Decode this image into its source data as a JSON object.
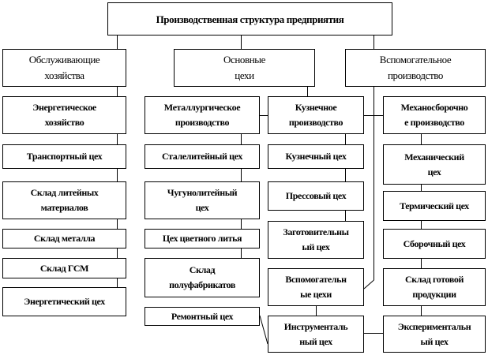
{
  "title": "Производственная структура предприятия",
  "categories": [
    {
      "label": "Обслуживающие\nхозяйства"
    },
    {
      "label": "Основные\nцехи"
    },
    {
      "label": "Вспомогательное\nпроизводство"
    }
  ],
  "service": [
    "Энергетическое\nхозяйство",
    "Транспортный цех",
    "Склад литейных\nматериалов",
    "Склад металла",
    "Склад ГСМ",
    "Энергетический цех"
  ],
  "metallurgy": [
    "Металлургическое\nпроизводство",
    "Сталелитейный цех",
    "Чугунолитейный\nцех",
    "Цех цветного литья",
    "Склад\nполуфабрикатов",
    "Ремонтный цех"
  ],
  "forging": [
    "Кузнечное\nпроизводство",
    "Кузнечный цех",
    "Прессовый цех",
    "Заготовительны\nый цех",
    "Вспомогательн\nые цехи",
    "Инструменталь\nный цех"
  ],
  "assembly": [
    "Механосборочно\nе производство",
    "Механический\nцех",
    "Термический цех",
    "Сборочный цех",
    "Склад готовой\nпродукции",
    "Экспериментальн\nый цех"
  ]
}
